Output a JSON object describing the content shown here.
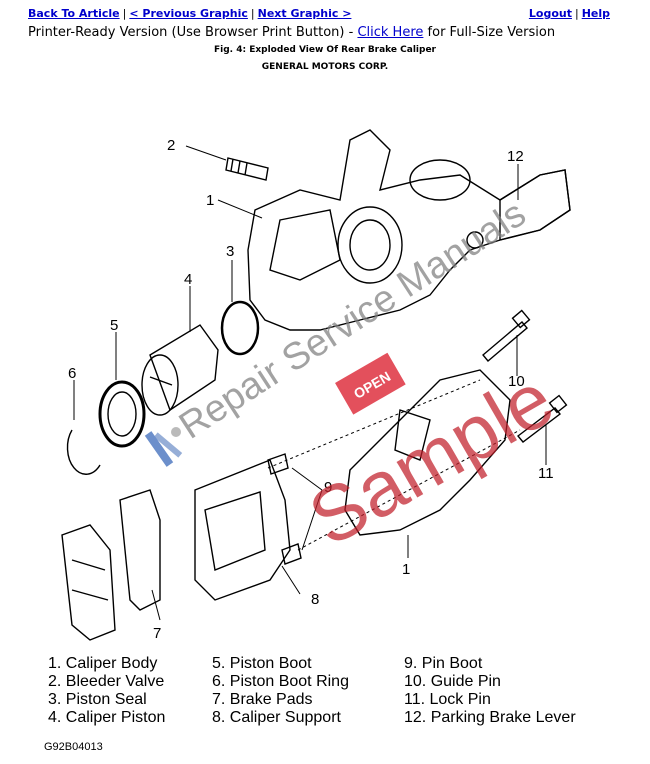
{
  "nav": {
    "back": "Back To Article",
    "prev": "< Previous Graphic",
    "next": "Next Graphic >",
    "logout": "Logout",
    "help": "Help"
  },
  "printer": {
    "prefix": "Printer-Ready Version (Use Browser Print Button) - ",
    "link": "Click Here",
    "suffix": " for Full-Size Version"
  },
  "figure": {
    "title": "Fig. 4: Exploded View Of Rear Brake Caliper",
    "source": "GENERAL MOTORS CORP."
  },
  "callouts": [
    "1",
    "2",
    "3",
    "4",
    "5",
    "6",
    "7",
    "8",
    "9",
    "10",
    "11",
    "12",
    "1"
  ],
  "watermark": {
    "brand": "Repair Service Manuals",
    "sample": "Sample",
    "badge": "OPEN"
  },
  "legend": [
    "1. Caliper Body",
    "2. Bleeder Valve",
    "3. Piston Seal",
    "4. Caliper Piston",
    "5. Piston Boot",
    "6. Piston Boot Ring",
    "7. Brake Pads",
    "8. Caliper Support",
    "9. Pin Boot",
    "10. Guide Pin",
    "11. Lock Pin",
    "12. Parking Brake Lever"
  ],
  "code": "G92B04013"
}
